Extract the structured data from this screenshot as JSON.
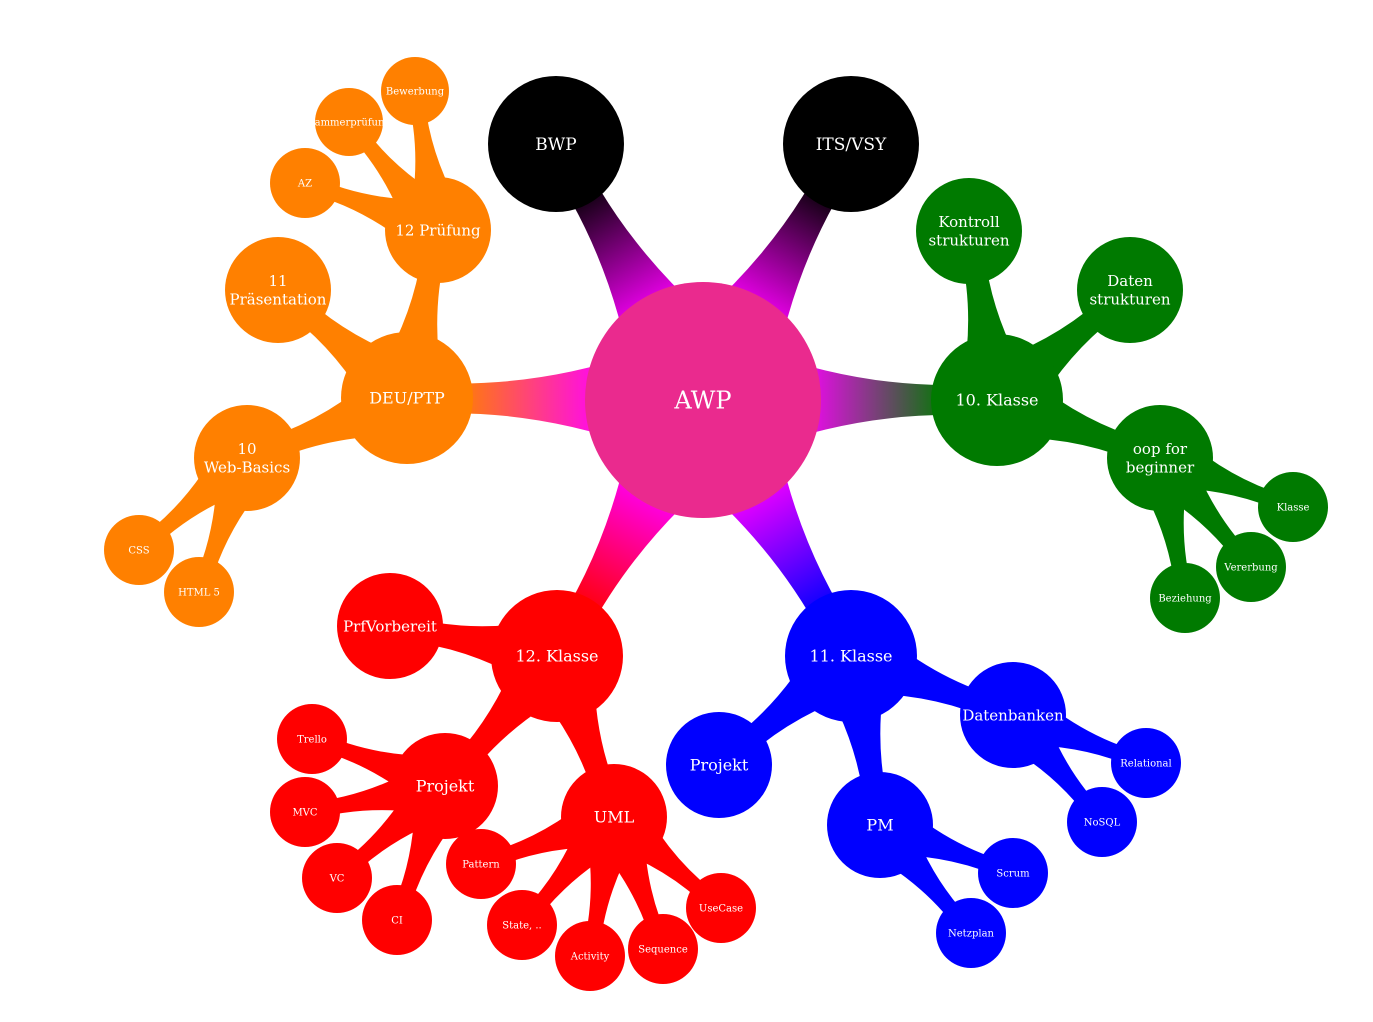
{
  "mindmap": {
    "root": {
      "id": "awp",
      "label": "AWP",
      "color": "#ea2a8e"
    },
    "connector_color": "#ff00ff",
    "nodes": [
      {
        "id": "bwp",
        "lines": [
          "BWP"
        ],
        "color": "#000000",
        "parent": "awp"
      },
      {
        "id": "its",
        "lines": [
          "ITS/VSY"
        ],
        "color": "#000000",
        "parent": "awp"
      },
      {
        "id": "k10",
        "lines": [
          "10.  Klasse"
        ],
        "color": "#007a00",
        "parent": "awp"
      },
      {
        "id": "kontroll",
        "lines": [
          "Kontroll",
          "strukturen"
        ],
        "color": "#007a00",
        "parent": "k10"
      },
      {
        "id": "daten",
        "lines": [
          "Daten",
          "strukturen"
        ],
        "color": "#007a00",
        "parent": "k10"
      },
      {
        "id": "oop",
        "lines": [
          "oop for",
          "beginner"
        ],
        "color": "#007a00",
        "parent": "k10"
      },
      {
        "id": "klasse",
        "lines": [
          "Klasse"
        ],
        "color": "#007a00",
        "parent": "oop"
      },
      {
        "id": "vererbung",
        "lines": [
          "Vererbung"
        ],
        "color": "#007a00",
        "parent": "oop"
      },
      {
        "id": "beziehung",
        "lines": [
          "Beziehung"
        ],
        "color": "#007a00",
        "parent": "oop"
      },
      {
        "id": "k11",
        "lines": [
          "11.  Klasse"
        ],
        "color": "#0000ff",
        "parent": "awp"
      },
      {
        "id": "projekt11",
        "lines": [
          "Projekt"
        ],
        "color": "#0000ff",
        "parent": "k11"
      },
      {
        "id": "db",
        "lines": [
          "Datenbanken"
        ],
        "color": "#0000ff",
        "parent": "k11"
      },
      {
        "id": "relational",
        "lines": [
          "Relational"
        ],
        "color": "#0000ff",
        "parent": "db"
      },
      {
        "id": "nosql",
        "lines": [
          "NoSQL"
        ],
        "color": "#0000ff",
        "parent": "db"
      },
      {
        "id": "pm",
        "lines": [
          "PM"
        ],
        "color": "#0000ff",
        "parent": "k11"
      },
      {
        "id": "scrum",
        "lines": [
          "Scrum"
        ],
        "color": "#0000ff",
        "parent": "pm"
      },
      {
        "id": "netzplan",
        "lines": [
          "Netzplan"
        ],
        "color": "#0000ff",
        "parent": "pm"
      },
      {
        "id": "k12",
        "lines": [
          "12.  Klasse"
        ],
        "color": "#ff0000",
        "parent": "awp"
      },
      {
        "id": "prf",
        "lines": [
          "PrfVorbereit"
        ],
        "color": "#ff0000",
        "parent": "k12"
      },
      {
        "id": "projekt12",
        "lines": [
          "Projekt"
        ],
        "color": "#ff0000",
        "parent": "k12"
      },
      {
        "id": "trello",
        "lines": [
          "Trello"
        ],
        "color": "#ff0000",
        "parent": "projekt12"
      },
      {
        "id": "mvc",
        "lines": [
          "MVC"
        ],
        "color": "#ff0000",
        "parent": "projekt12"
      },
      {
        "id": "vc",
        "lines": [
          "VC"
        ],
        "color": "#ff0000",
        "parent": "projekt12"
      },
      {
        "id": "ci",
        "lines": [
          "CI"
        ],
        "color": "#ff0000",
        "parent": "projekt12"
      },
      {
        "id": "uml",
        "lines": [
          "UML"
        ],
        "color": "#ff0000",
        "parent": "k12"
      },
      {
        "id": "pattern",
        "lines": [
          "Pattern"
        ],
        "color": "#ff0000",
        "parent": "uml"
      },
      {
        "id": "state",
        "lines": [
          "State, .."
        ],
        "color": "#ff0000",
        "parent": "uml"
      },
      {
        "id": "activity",
        "lines": [
          "Activity"
        ],
        "color": "#ff0000",
        "parent": "uml"
      },
      {
        "id": "sequence",
        "lines": [
          "Sequence"
        ],
        "color": "#ff0000",
        "parent": "uml"
      },
      {
        "id": "usecase",
        "lines": [
          "UseCase"
        ],
        "color": "#ff0000",
        "parent": "uml"
      },
      {
        "id": "deu",
        "lines": [
          "DEU/PTP"
        ],
        "color": "#ff8000",
        "parent": "awp"
      },
      {
        "id": "web",
        "lines": [
          "10",
          "Web-Basics"
        ],
        "color": "#ff8000",
        "parent": "deu"
      },
      {
        "id": "css",
        "lines": [
          "CSS"
        ],
        "color": "#ff8000",
        "parent": "web"
      },
      {
        "id": "html5",
        "lines": [
          "HTML 5"
        ],
        "color": "#ff8000",
        "parent": "web"
      },
      {
        "id": "praes",
        "lines": [
          "11",
          "Präsentation"
        ],
        "color": "#ff8000",
        "parent": "deu"
      },
      {
        "id": "pruef",
        "lines": [
          "12 Prüfung"
        ],
        "color": "#ff8000",
        "parent": "deu"
      },
      {
        "id": "az",
        "lines": [
          "AZ"
        ],
        "color": "#ff8000",
        "parent": "pruef"
      },
      {
        "id": "kammer",
        "lines": [
          "Kammerprüfung"
        ],
        "color": "#ff8000",
        "parent": "pruef"
      },
      {
        "id": "bewerbung",
        "lines": [
          "Bewerbung"
        ],
        "color": "#ff8000",
        "parent": "pruef"
      }
    ]
  }
}
